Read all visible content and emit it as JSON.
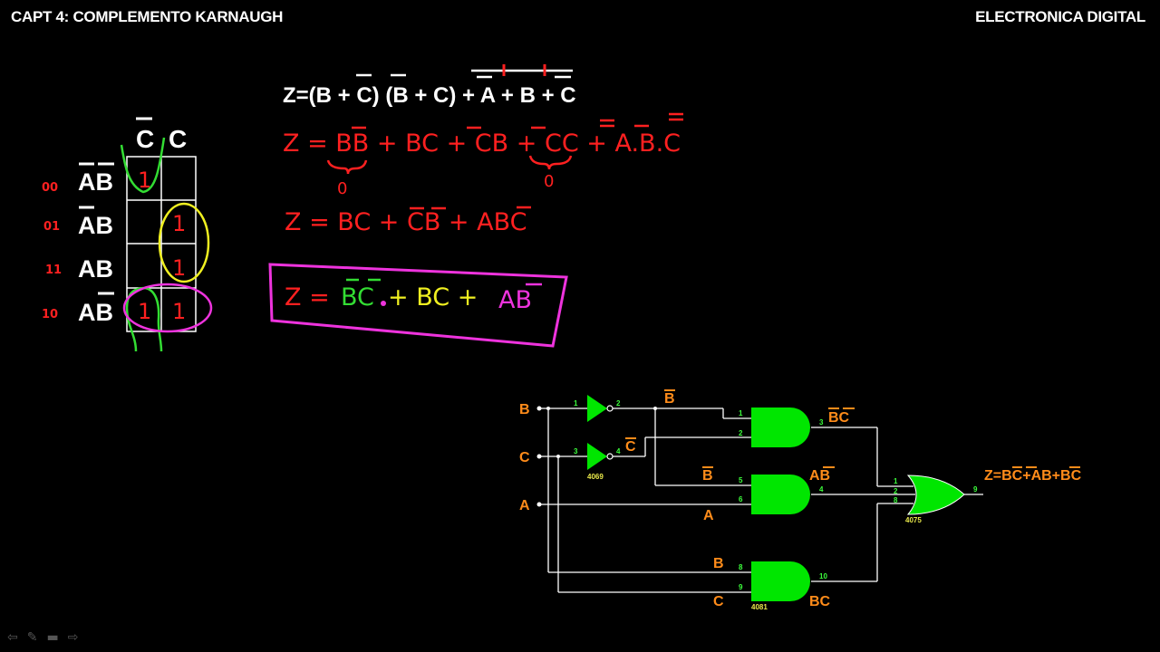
{
  "header": {
    "left_title": "CAPT 4: COMPLEMENTO KARNAUGH",
    "right_title": "ELECTRONICA DIGITAL"
  },
  "kmap": {
    "col_headers": [
      "C",
      "C"
    ],
    "row_labels": [
      "AB",
      "AB",
      "AB",
      "AB"
    ],
    "row_codes": [
      "00",
      "01",
      "11",
      "10"
    ],
    "cells": [
      [
        "1",
        ""
      ],
      [
        "",
        "1"
      ],
      [
        "",
        "1"
      ],
      [
        "1",
        "1"
      ]
    ]
  },
  "equations": {
    "original": "Z=(B + C) (B + C) + A + B + C",
    "step1": "Z = BB + BC + CB + CC + A.B.C",
    "step1_zero": "0",
    "step2": "Z = BC + CB + ABC",
    "final_z": "Z =",
    "final_t1": "BC",
    "final_t2": "+ BC +",
    "final_t3": "AB"
  },
  "circuit": {
    "inputs": [
      "B",
      "C",
      "A"
    ],
    "not_outputs": [
      "B",
      "C"
    ],
    "and1_out": "BC",
    "and2_in_labels": [
      "B",
      "A"
    ],
    "and2_out": "AB",
    "and3_in_labels": [
      "B",
      "C"
    ],
    "and3_out": "BC",
    "output": "Z=BC+AB+BC",
    "pins": [
      "1",
      "2",
      "3",
      "4",
      "1",
      "2",
      "3",
      "5",
      "6",
      "4",
      "8",
      "9",
      "10",
      "1",
      "2",
      "8",
      "9"
    ],
    "chips": [
      "4069",
      "4081",
      "4075"
    ]
  },
  "colors": {
    "background": "#000000",
    "red_ink": "#ff2020",
    "green_ink": "#33dd33",
    "yellow_ink": "#f0f020",
    "magenta_ink": "#ee33dd",
    "orange_label": "#ff8c1a",
    "gate_fill": "#00e600"
  },
  "nav_icons": [
    "arrow-left-icon",
    "pen-icon",
    "screen-icon",
    "arrow-right-icon"
  ]
}
